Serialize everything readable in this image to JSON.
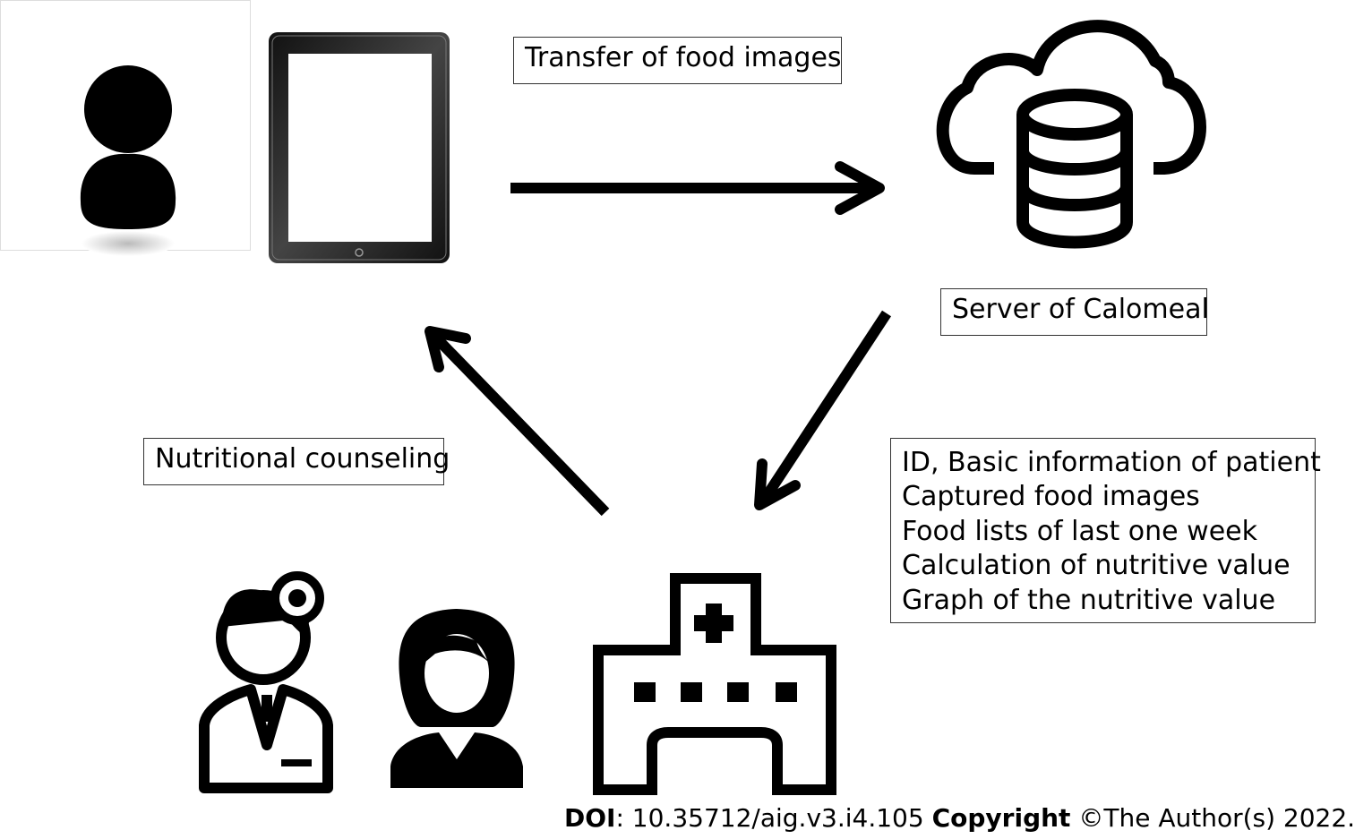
{
  "labels": {
    "transfer": "Transfer of food images",
    "server": "Server of Calomeal",
    "counseling": "Nutritional counseling",
    "info_lines": [
      "ID, Basic information of patient",
      "Captured food images",
      "Food lists of last one week",
      "Calculation of nutritive value",
      "Graph of the nutritive value"
    ]
  },
  "icons": {
    "patient": "person-icon",
    "device": "tablet-icon",
    "server": "cloud-database-icon",
    "doctor": "doctor-icon",
    "dietitian": "woman-icon",
    "hospital": "hospital-icon"
  },
  "footer": {
    "doi_label": "DOI",
    "doi_value": ": 10.35712/aig.v3.i4.105 ",
    "copyright_label": "Copyright",
    "copyright_value": " ©The Author(s) 2022."
  }
}
